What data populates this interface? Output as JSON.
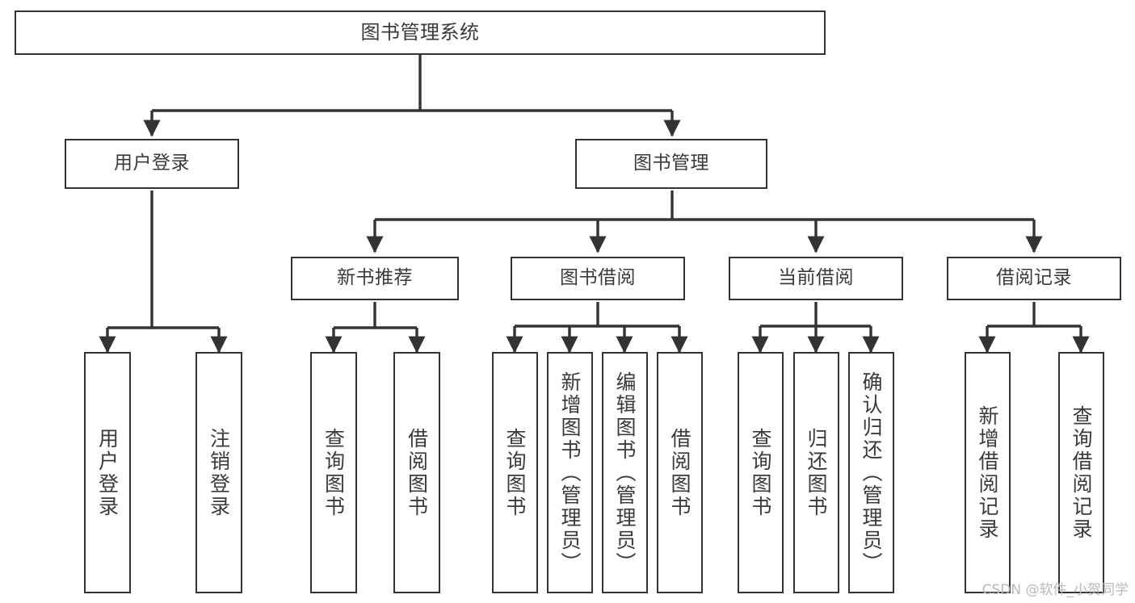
{
  "diagram": {
    "type": "tree-hierarchy",
    "title": "图书管理系统",
    "watermark": "CSDN @软件_小贺同学",
    "colors": {
      "box_border": "#333333",
      "box_fill": "#ffffff",
      "edge": "#333333",
      "text": "#3a3a3a",
      "watermark": "#b9b9b9",
      "background": "#ffffff"
    },
    "nodes": {
      "root": "图书管理系统",
      "level1": [
        "用户登录",
        "图书管理"
      ],
      "level2": [
        "新书推荐",
        "图书借阅",
        "当前借阅",
        "借阅记录"
      ],
      "leaves": {
        "user_login": [
          "用户登录",
          "注销登录"
        ],
        "new_book_recommend": [
          "查询图书",
          "借阅图书"
        ],
        "book_borrow": [
          "查询图书",
          "新增图书（管理员）",
          "编辑图书（管理员）",
          "借阅图书"
        ],
        "current_borrow": [
          "查询图书",
          "归还图书",
          "确认归还（管理员）"
        ],
        "borrow_record": [
          "新增借阅记录",
          "查询借阅记录"
        ]
      }
    },
    "edges": [
      {
        "from": "图书管理系统",
        "to": "用户登录"
      },
      {
        "from": "图书管理系统",
        "to": "图书管理"
      },
      {
        "from": "图书管理",
        "to": "新书推荐"
      },
      {
        "from": "图书管理",
        "to": "图书借阅"
      },
      {
        "from": "图书管理",
        "to": "当前借阅"
      },
      {
        "from": "图书管理",
        "to": "借阅记录"
      },
      {
        "from": "用户登录",
        "to": "用户登录"
      },
      {
        "from": "用户登录",
        "to": "注销登录"
      },
      {
        "from": "新书推荐",
        "to": "查询图书"
      },
      {
        "from": "新书推荐",
        "to": "借阅图书"
      },
      {
        "from": "图书借阅",
        "to": "查询图书"
      },
      {
        "from": "图书借阅",
        "to": "新增图书（管理员）"
      },
      {
        "from": "图书借阅",
        "to": "编辑图书（管理员）"
      },
      {
        "from": "图书借阅",
        "to": "借阅图书"
      },
      {
        "from": "当前借阅",
        "to": "查询图书"
      },
      {
        "from": "当前借阅",
        "to": "归还图书"
      },
      {
        "from": "当前借阅",
        "to": "确认归还（管理员）"
      },
      {
        "from": "借阅记录",
        "to": "新增借阅记录"
      },
      {
        "from": "借阅记录",
        "to": "查询借阅记录"
      }
    ]
  }
}
